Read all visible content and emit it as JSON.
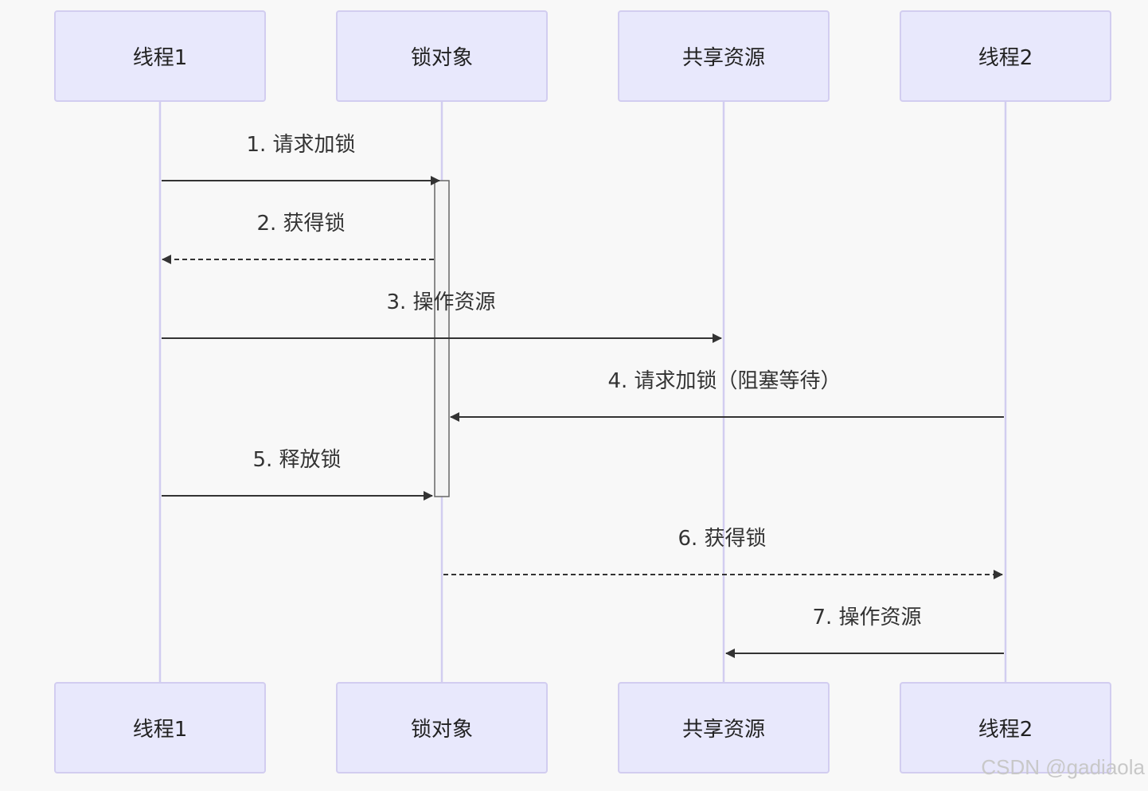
{
  "participants": [
    {
      "id": "t1",
      "label": "线程1"
    },
    {
      "id": "lock",
      "label": "锁对象"
    },
    {
      "id": "res",
      "label": "共享资源"
    },
    {
      "id": "t2",
      "label": "线程2"
    }
  ],
  "messages": [
    {
      "from": "t1",
      "to": "lock",
      "label": "1. 请求加锁",
      "style": "solid"
    },
    {
      "from": "lock",
      "to": "t1",
      "label": "2. 获得锁",
      "style": "dashed"
    },
    {
      "from": "t1",
      "to": "res",
      "label": "3. 操作资源",
      "style": "solid"
    },
    {
      "from": "t2",
      "to": "lock",
      "label": "4. 请求加锁（阻塞等待）",
      "style": "solid"
    },
    {
      "from": "t1",
      "to": "lock",
      "label": "5. 释放锁",
      "style": "solid"
    },
    {
      "from": "lock",
      "to": "t2",
      "label": "6. 获得锁",
      "style": "dashed"
    },
    {
      "from": "t2",
      "to": "res",
      "label": "7. 操作资源",
      "style": "solid"
    }
  ],
  "watermark": "CSDN @gadiaola",
  "colors": {
    "actor_fill": "#e8e8fc",
    "actor_border": "#d2cdf0",
    "lifeline": "#d2cdf0",
    "arrow": "#333333",
    "background": "#f8f8f8"
  }
}
